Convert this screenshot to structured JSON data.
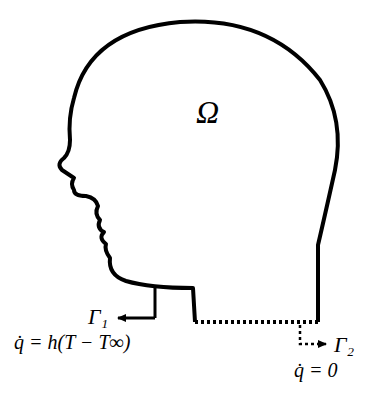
{
  "diagram": {
    "labels": [
      "Ω",
      "Γ₁",
      "q̇ = h(T − T∞)",
      "Γ₂",
      "q̇ = 0"
    ]
  }
}
